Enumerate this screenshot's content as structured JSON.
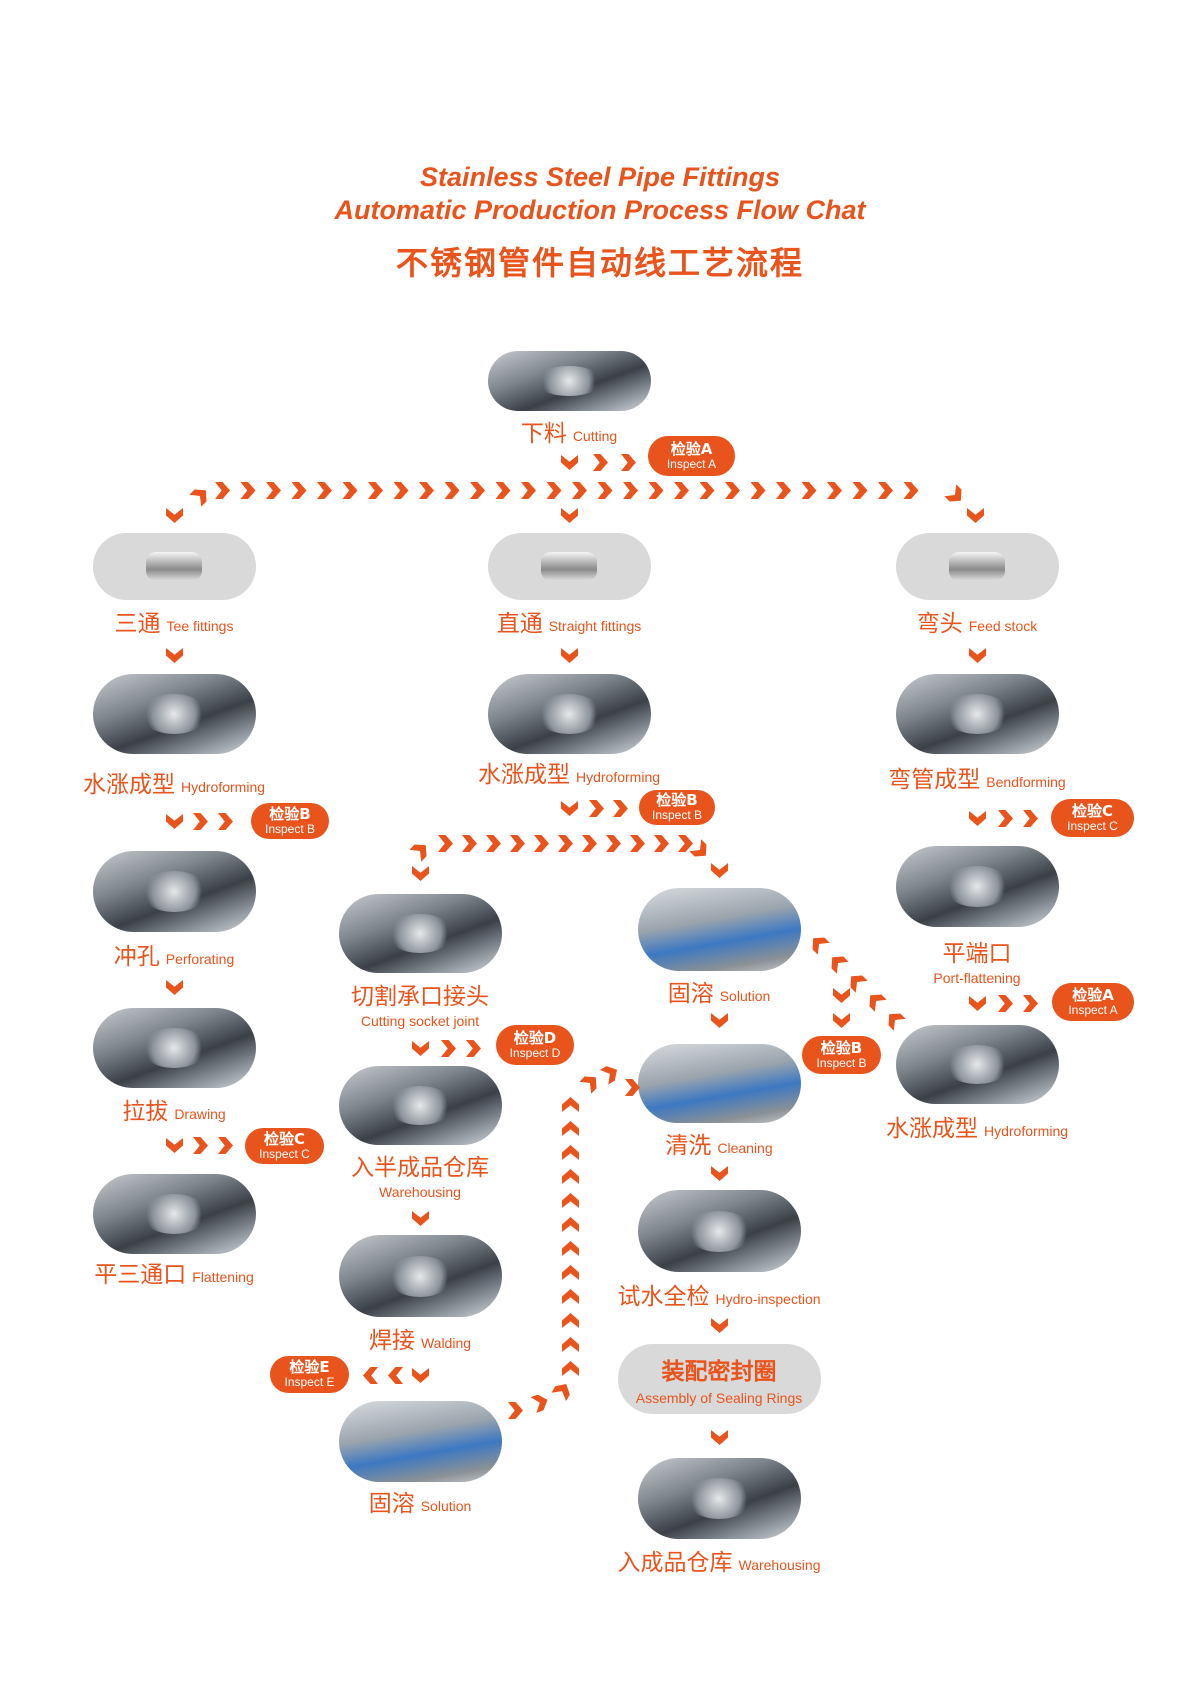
{
  "title": {
    "line1": "Stainless Steel Pipe Fittings",
    "line2": "Automatic Production Process Flow Chat",
    "cn": "不锈钢管件自动线工艺流程"
  },
  "steps": [
    {
      "cn": "下料",
      "en": "Cutting"
    },
    {
      "cn": "三通",
      "en": "Tee fittings"
    },
    {
      "cn": "直通",
      "en": "Straight fittings"
    },
    {
      "cn": "弯头",
      "en": "Feed stock"
    },
    {
      "cn": "水涨成型",
      "en": "Hydroforming"
    },
    {
      "cn": "水涨成型",
      "en": "Hydroforming"
    },
    {
      "cn": "弯管成型",
      "en": "Bendforming"
    },
    {
      "cn": "冲孔",
      "en": "Perforating"
    },
    {
      "cn": "拉拔",
      "en": "Drawing"
    },
    {
      "cn": "平三通口",
      "en": "Flattening"
    },
    {
      "cn": "切割承口接头",
      "en": "Cutting socket joint"
    },
    {
      "cn": "入半成品仓库",
      "en": "Warehousing"
    },
    {
      "cn": "焊接",
      "en": "Walding"
    },
    {
      "cn": "固溶",
      "en": "Solution"
    },
    {
      "cn": "固溶",
      "en": "Solution"
    },
    {
      "cn": "清洗",
      "en": "Cleaning"
    },
    {
      "cn": "试水全检",
      "en": "Hydro-inspection"
    },
    {
      "cn": "装配密封圈",
      "en": "Assembly of Sealing Rings"
    },
    {
      "cn": "入成品仓库",
      "en": "Warehousing"
    },
    {
      "cn": "平端口",
      "en": "Port-flattening"
    },
    {
      "cn": "水涨成型",
      "en": "Hydroforming"
    }
  ],
  "inspections": [
    {
      "cn": "检验A",
      "en": "Inspect A"
    },
    {
      "cn": "检验B",
      "en": "Inspect B"
    },
    {
      "cn": "检验B",
      "en": "Inspect B"
    },
    {
      "cn": "检验C",
      "en": "Inspect C"
    },
    {
      "cn": "检验D",
      "en": "Inspect D"
    },
    {
      "cn": "检验B",
      "en": "Inspect B"
    },
    {
      "cn": "检验A",
      "en": "Inspect A"
    },
    {
      "cn": "检验C",
      "en": "Inspect C"
    },
    {
      "cn": "检验E",
      "en": "Inspect E"
    }
  ],
  "colors": {
    "accent": "#e8541c",
    "pill": "#d9d9d9"
  }
}
